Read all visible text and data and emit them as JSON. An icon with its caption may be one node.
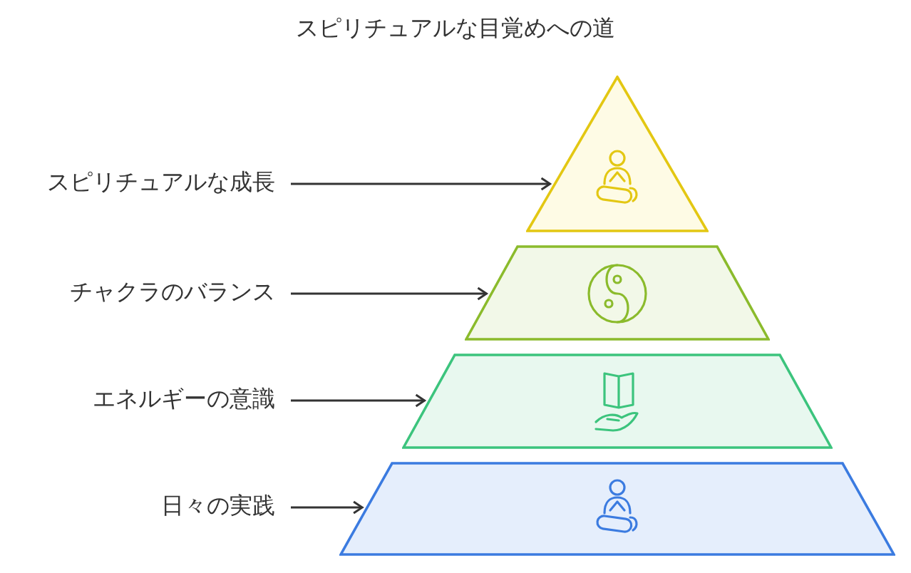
{
  "diagram": {
    "title": "スピリチュアルな目覚めへの道",
    "nodes": [
      {
        "text": [
          "スピリチュアルな成長"
        ]
      },
      {
        "text": [],
        "shape": "triangle"
      },
      {
        "text": [
          "チャクラのバランス"
        ]
      },
      {
        "text": [],
        "shape": "trapezoid"
      },
      {
        "text": [
          "エネルギーの意識"
        ]
      },
      {
        "text": [],
        "shape": "trapezoid"
      },
      {
        "text": [
          "日々の実践"
        ]
      },
      {
        "text": [],
        "shape": "trapezoid"
      }
    ],
    "edges": [
      {
        "from": 0,
        "to": 1,
        "arrow": "to"
      },
      {
        "from": 2,
        "to": 3,
        "arrow": "to"
      },
      {
        "from": 4,
        "to": 5,
        "arrow": "to"
      },
      {
        "from": 6,
        "to": 7,
        "arrow": "to"
      }
    ]
  }
}
